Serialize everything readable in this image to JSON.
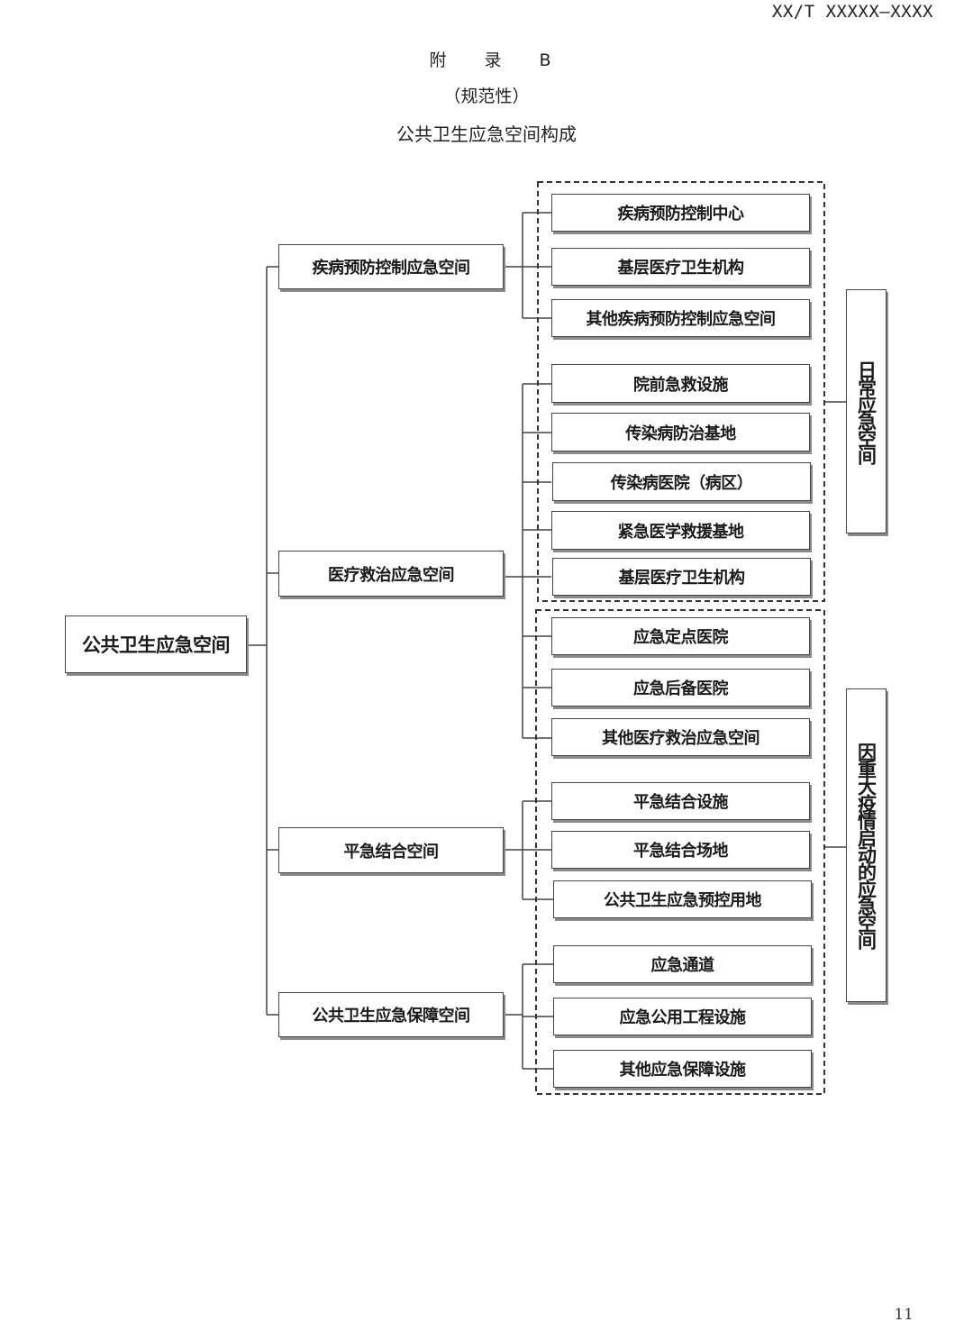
{
  "header": {
    "doc_code": "XX/T XXXXX—XXXX"
  },
  "title": {
    "appendix": "附 录 B",
    "type": "（规范性）",
    "name": "公共卫生应急空间构成"
  },
  "diagram": {
    "root": "公共卫生应急空间",
    "categories": [
      {
        "label": "疾病预防控制应急空间",
        "items": [
          "疾病预防控制中心",
          "基层医疗卫生机构",
          "其他疾病预防控制应急空间"
        ]
      },
      {
        "label": "医疗救治应急空间",
        "items": [
          "院前急救设施",
          "传染病防治基地",
          "传染病医院（病区）",
          "紧急医学救援基地",
          "基层医疗卫生机构",
          "应急定点医院",
          "应急后备医院",
          "其他医疗救治应急空间"
        ]
      },
      {
        "label": "平急结合空间",
        "items": [
          "平急结合设施",
          "平急结合场地",
          "公共卫生应急预控用地"
        ]
      },
      {
        "label": "公共卫生应急保障空间",
        "items": [
          "应急通道",
          "应急公用工程设施",
          "其他应急保障设施"
        ]
      }
    ],
    "groups": [
      {
        "label": "日常应急空间"
      },
      {
        "label": "因重大疫情启动的应急空间"
      }
    ]
  },
  "footer": {
    "page_number": "11"
  }
}
